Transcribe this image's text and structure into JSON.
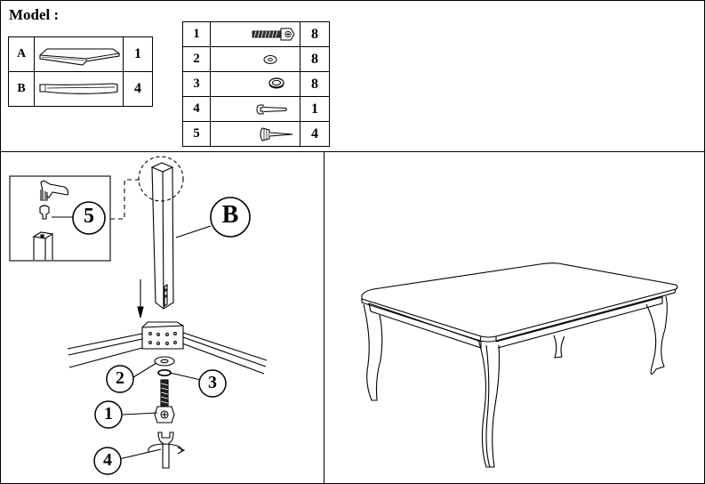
{
  "model_label": "Model :",
  "panel_parts": [
    {
      "id": "A",
      "icon": "table-top-icon",
      "qty": "1"
    },
    {
      "id": "B",
      "icon": "table-leg-icon",
      "qty": "4"
    }
  ],
  "hardware": [
    {
      "id": "1",
      "icon": "bolt-icon",
      "qty": "8"
    },
    {
      "id": "2",
      "icon": "flat-washer-icon",
      "qty": "8"
    },
    {
      "id": "3",
      "icon": "lock-washer-icon",
      "qty": "8"
    },
    {
      "id": "4",
      "icon": "wrench-icon",
      "qty": "1"
    },
    {
      "id": "5",
      "icon": "dowel-icon",
      "qty": "4"
    }
  ],
  "callouts": {
    "leg": "B",
    "dowel": "5",
    "bolt": "1",
    "washer": "2",
    "lock_washer": "3",
    "wrench": "4"
  }
}
